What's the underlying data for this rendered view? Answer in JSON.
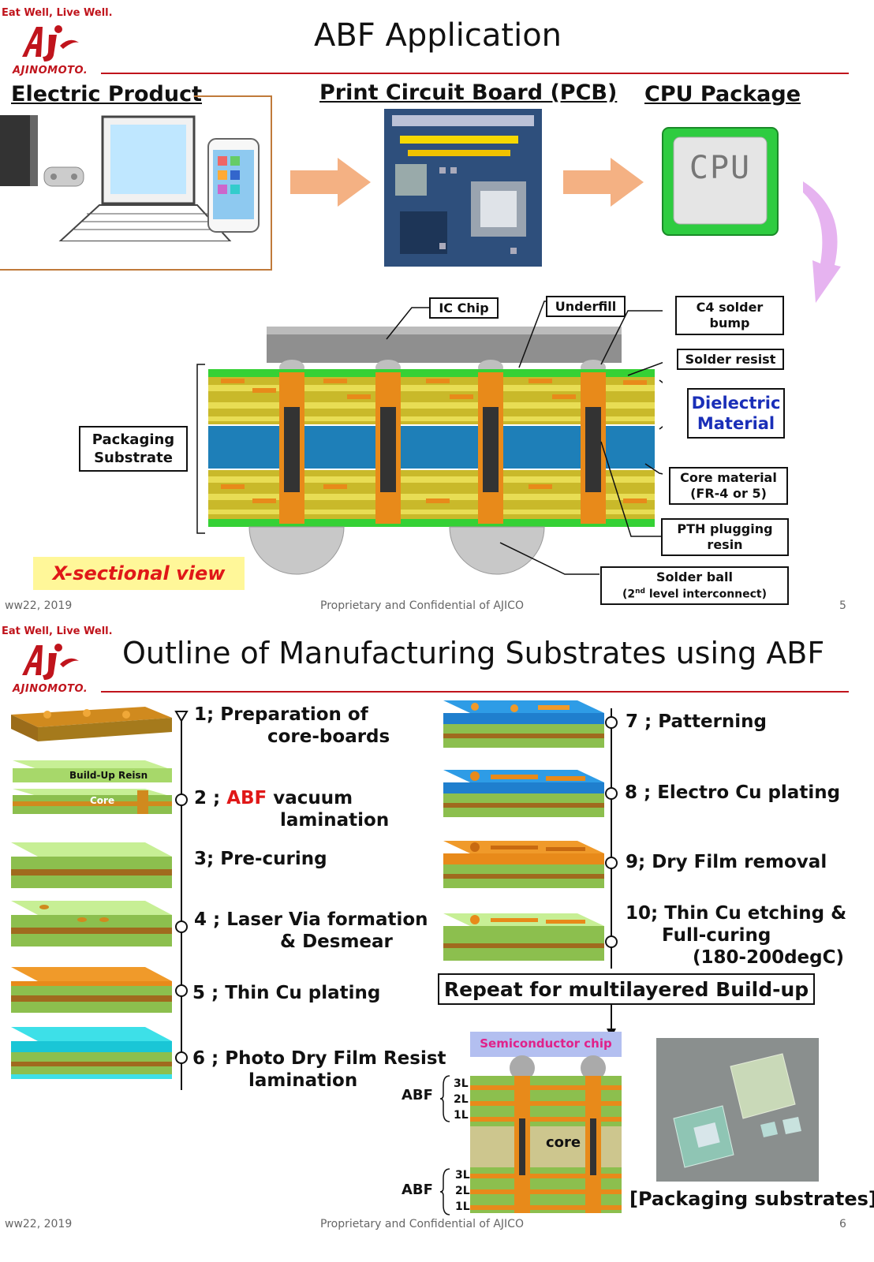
{
  "slide1": {
    "tagline": "Eat Well, Live Well.",
    "logo_text": "AJINOMOTO.",
    "title": "ABF Application",
    "section_electric": "Electric Product",
    "section_pcb": "Print Circuit Board (PCB)",
    "section_cpu": "CPU Package",
    "cpu_chip_text": "CPU",
    "callouts": {
      "ic_chip": "IC Chip",
      "underfill": "Underfill",
      "c4_line1": "C4 solder",
      "c4_line2": "bump",
      "solder_resist": "Solder resist",
      "dielectric_line1": "Dielectric",
      "dielectric_line2": "Material",
      "core_line1": "Core material",
      "core_line2": "(FR-4 or 5)",
      "pth_line1": "PTH plugging",
      "pth_line2": "resin",
      "solder_ball_line1": "Solder ball",
      "solder_ball_line2_pre": "(2",
      "solder_ball_line2_sup": "nd",
      "solder_ball_line2_post": " level interconnect)",
      "packaging_line1": "Packaging",
      "packaging_line2": "Substrate"
    },
    "xsection_label": "X-sectional view",
    "footer_left": "ww22, 2019",
    "footer_center": "Proprietary and Confidential of AJICO",
    "page_number": "5",
    "colors": {
      "brand_red": "#c0141c",
      "arrow": "#f4b183",
      "callout_blue": "#1a2fb8",
      "label_bg": "#fff799"
    }
  },
  "slide2": {
    "tagline": "Eat Well, Live Well.",
    "logo_text": "AJINOMOTO.",
    "title": "Outline of Manufacturing Substrates using ABF",
    "step1_l1": "1; Preparation of",
    "step1_l2": "core-boards",
    "img_buildup_label": "Build-Up Reisn",
    "img_core_label": "Core",
    "step2_pre": "2 ; ",
    "step2_red": "ABF",
    "step2_post": " vacuum",
    "step2_l2": "lamination",
    "step3": "3; Pre-curing",
    "step4_l1": "4 ; Laser Via formation",
    "step4_l2": "& Desmear",
    "step5": "5 ; Thin Cu plating",
    "step6_l1": "6 ; Photo Dry Film Resist",
    "step6_l2": "lamination",
    "step7": "7 ; Patterning",
    "step8": "8 ; Electro Cu plating",
    "step9": "9; Dry Film removal",
    "step10_l1": "10; Thin Cu etching &",
    "step10_l2": "Full-curing",
    "step10_l3": "(180-200degC)",
    "repeat_label": "Repeat for multilayered Build-up",
    "semi_chip_label": "Semiconductor chip",
    "abf_top": "ABF",
    "abf_bottom": "ABF",
    "layers_top": [
      "3L",
      "2L",
      "1L"
    ],
    "layers_bottom": [
      "3L",
      "2L",
      "1L"
    ],
    "core_label": "core",
    "packaging_caption": "[Packaging substrates]",
    "footer_left": "ww22, 2019",
    "footer_center": "Proprietary and Confidential of AJICO",
    "page_number": "6"
  }
}
